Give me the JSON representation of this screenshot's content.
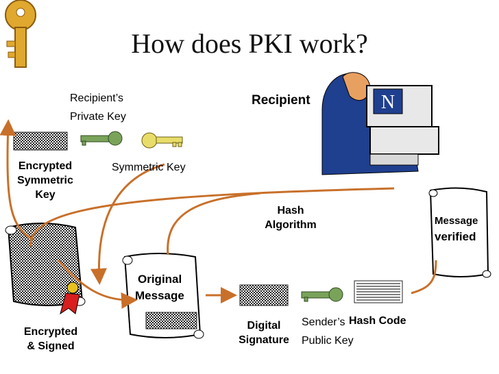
{
  "title": "How does PKI work?",
  "labels": {
    "recipients_private_key": [
      "Recipient’s",
      "Private Key"
    ],
    "symmetric_key": "Symmetric Key",
    "recipient": "Recipient",
    "encrypted_symmetric_key": [
      "Encrypted",
      "Symmetric",
      "Key"
    ],
    "hash_algorithm": [
      "Hash",
      "Algorithm"
    ],
    "message_verified": [
      "Message",
      "verified"
    ],
    "original_message": [
      "Original",
      "Message"
    ],
    "encrypted_signed": [
      "Encrypted",
      "& Signed"
    ],
    "digital_signature": [
      "Digital",
      "Signature"
    ],
    "senders_public_key": [
      "Sender’s",
      "Public Key"
    ],
    "hash_code": "Hash Code",
    "monitor_logo": "N"
  },
  "colors": {
    "arrow": "#c8702a",
    "key_green": "#7aa35a",
    "key_yellow": "#e8dc6a",
    "gold_key": "#e0a82e",
    "scroll_fill": "#ffffff",
    "seal_red": "#d81e1e",
    "monitor_blue": "#1f3f8f"
  },
  "icons": [
    "gold-key-icon",
    "green-key-icon",
    "yellow-key-icon",
    "scroll-icon",
    "wax-seal-icon",
    "computer-user-icon"
  ]
}
